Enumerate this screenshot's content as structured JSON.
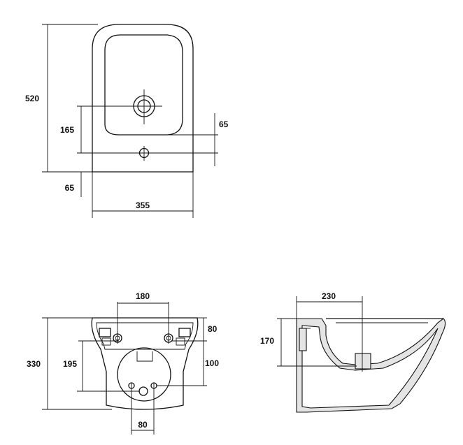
{
  "drawing": {
    "top_view": {
      "dim_overall_depth": "520",
      "dim_tap_to_hole": "165",
      "dim_hole_offset_right": "65",
      "dim_hole_offset_rear": "65",
      "dim_width": "355"
    },
    "front_view": {
      "dim_bolt_spacing_top": "180",
      "dim_height": "330",
      "dim_waste_height": "195",
      "dim_bolt_top": "80",
      "dim_bolt_to_waste": "100",
      "dim_water_spacing": "80"
    },
    "side_view": {
      "dim_waste_distance": "230",
      "dim_waste_height": "170"
    }
  },
  "colors": {
    "line": "#111111",
    "section_fill": "#e4e4e4",
    "background": "#ffffff"
  }
}
